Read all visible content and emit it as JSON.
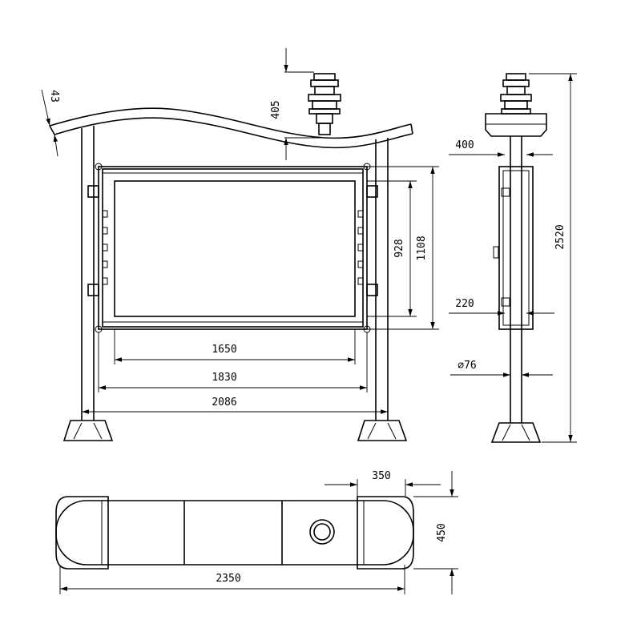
{
  "dimensions": {
    "tilt": "43",
    "sensor_height": "405",
    "crossbar_width": "400",
    "box_inner_height": "928",
    "box_outer_height": "1108",
    "total_height": "2520",
    "bracket_offset": "220",
    "pole_diameter": "∅76",
    "box_inner_width": "1650",
    "box_outer_width": "1830",
    "pole_spacing": "2086",
    "base_width": "350",
    "base_depth": "450",
    "total_length": "2350"
  }
}
